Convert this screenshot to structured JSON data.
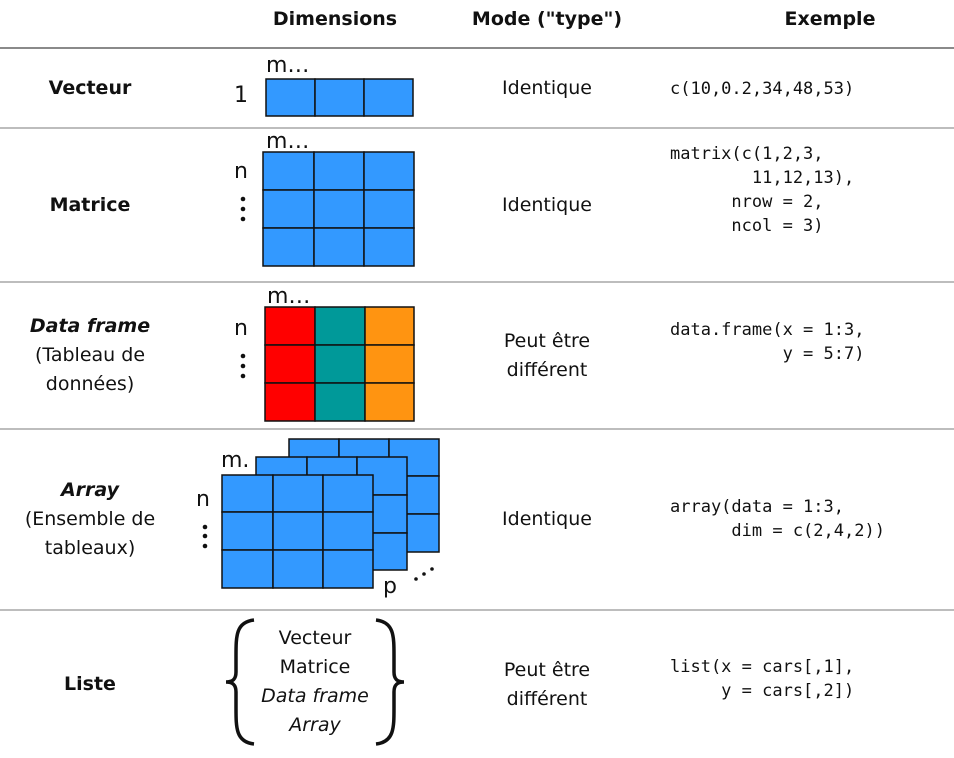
{
  "headers": {
    "dimensions": "Dimensions",
    "mode": "Mode (\"type\")",
    "example": "Exemple"
  },
  "colors": {
    "cell_blue": "#3399ff",
    "df_col1": "#ff0000",
    "df_col2": "#009999",
    "df_col3": "#ff9411",
    "grid_line": "#111111",
    "separator": "#bdbdbd"
  },
  "rows": [
    {
      "name": "Vecteur",
      "subtitle": "",
      "dim_labels": {
        "cols": "m…",
        "rows": "1"
      },
      "mode": "Identique",
      "mode_line2": "",
      "example_lines": [
        "c(10,0.2,34,48,53)"
      ]
    },
    {
      "name": "Matrice",
      "subtitle": "",
      "dim_labels": {
        "cols": "m…",
        "rows": "n"
      },
      "mode": "Identique",
      "mode_line2": "",
      "example_lines": [
        "matrix(c(1,2,3,",
        "        11,12,13),",
        "      nrow = 2,",
        "      ncol = 3)"
      ]
    },
    {
      "name": "Data frame",
      "subtitle_1": "(Tableau de",
      "subtitle_2": "données)",
      "dim_labels": {
        "cols": "m…",
        "rows": "n"
      },
      "mode": "Peut être",
      "mode_line2": "différent",
      "example_lines": [
        "data.frame(x = 1:3,",
        "           y = 5:7)"
      ]
    },
    {
      "name": "Array",
      "subtitle_1": "(Ensemble de",
      "subtitle_2": "tableaux)",
      "dim_labels": {
        "cols": "m.",
        "rows": "n",
        "depth": "p"
      },
      "mode": "Identique",
      "mode_line2": "",
      "example_lines": [
        "array(data = 1:3,",
        "      dim = c(2,4,2))"
      ]
    },
    {
      "name": "Liste",
      "subtitle": "",
      "list_items": [
        "Vecteur",
        "Matrice",
        "Data frame",
        "Array"
      ],
      "mode": "Peut être",
      "mode_line2": "différent",
      "example_lines": [
        "list(x = cars[,1],",
        "     y = cars[,2])"
      ]
    }
  ]
}
